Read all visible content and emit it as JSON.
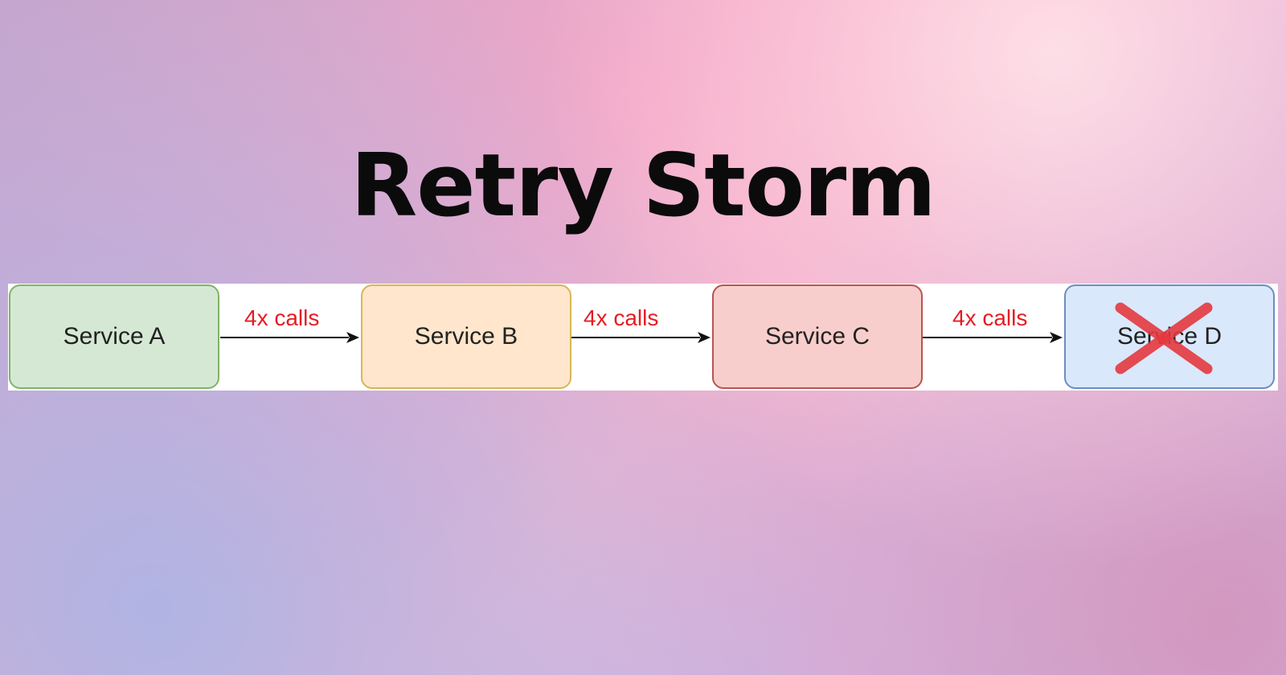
{
  "title": "Retry Storm",
  "diagram": {
    "services": [
      {
        "label": "Service A",
        "fill": "#d5e8d4",
        "stroke": "#82b366"
      },
      {
        "label": "Service B",
        "fill": "#ffe6cc",
        "stroke": "#d6b656"
      },
      {
        "label": "Service C",
        "fill": "#f8cecc",
        "stroke": "#b85450"
      },
      {
        "label": "Service D",
        "fill": "#dae8fc",
        "stroke": "#6c8ebf",
        "failed": true
      }
    ],
    "edges": [
      {
        "from": "Service A",
        "to": "Service B",
        "label": "4x calls"
      },
      {
        "from": "Service B",
        "to": "Service C",
        "label": "4x calls"
      },
      {
        "from": "Service C",
        "to": "Service D",
        "label": "4x calls"
      }
    ],
    "edge_label_color": "#e51c23",
    "failure_mark_color": "#e5393f",
    "failure_icon": "cross-icon"
  }
}
